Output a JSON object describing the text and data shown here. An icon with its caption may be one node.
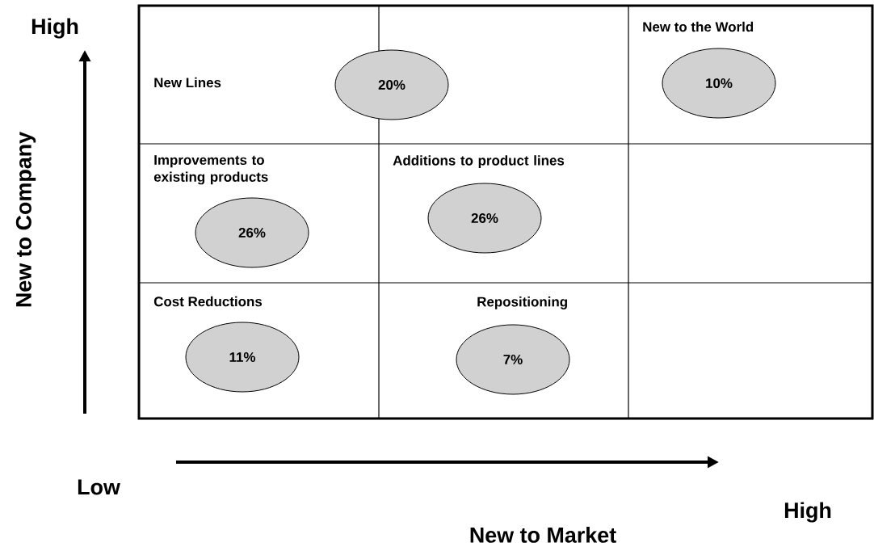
{
  "diagram": {
    "nodes": [
      {
        "text": [
          "20%"
        ]
      },
      {
        "text": [
          "10%"
        ],
        "beside": [
          "New to the World"
        ]
      },
      {
        "text": [
          "26%"
        ],
        "beside": [
          "Improvements to existing products"
        ]
      },
      {
        "text": [
          "26%"
        ],
        "beside": [
          "Additions to product lines"
        ]
      },
      {
        "text": [
          "11%"
        ],
        "beside": [
          "Cost Reductions"
        ]
      },
      {
        "text": [
          "7%"
        ],
        "beside": [
          "Repositioning"
        ]
      }
    ],
    "labels": [
      "High",
      "New Lines",
      "New to Company",
      "Low",
      "High",
      "New to Market"
    ]
  }
}
